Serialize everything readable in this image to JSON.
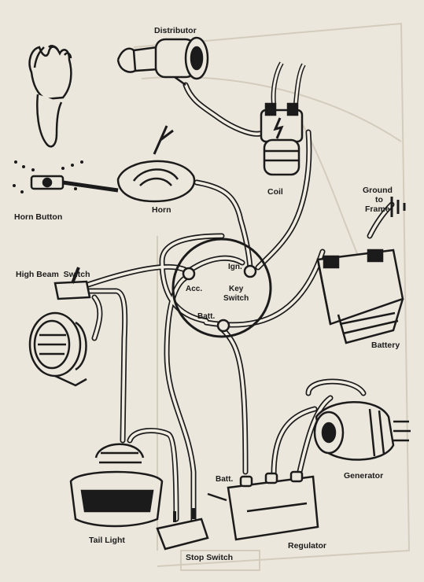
{
  "labels": {
    "distributor": "Distributor",
    "coil": "Coil",
    "horn_button": "Horn Button",
    "horn": "Horn",
    "ground_line1": "Ground",
    "ground_line2": "to",
    "ground_line3": "Frame",
    "high_beam_switch": "High Beam  Switch",
    "ign": "Ign.",
    "acc": "Acc.",
    "key_line1": "Key",
    "key_line2": "Switch",
    "batt_key": "Batt.",
    "battery": "Battery",
    "generator": "Generator",
    "batt_reg": "Batt.",
    "regulator": "Regulator",
    "tail_light": "Tail Light",
    "stop_switch": "Stop Switch"
  },
  "colors": {
    "paper": "#ece7dc",
    "ink": "#1b1b1b",
    "wire_fill": "#f1ede3"
  }
}
